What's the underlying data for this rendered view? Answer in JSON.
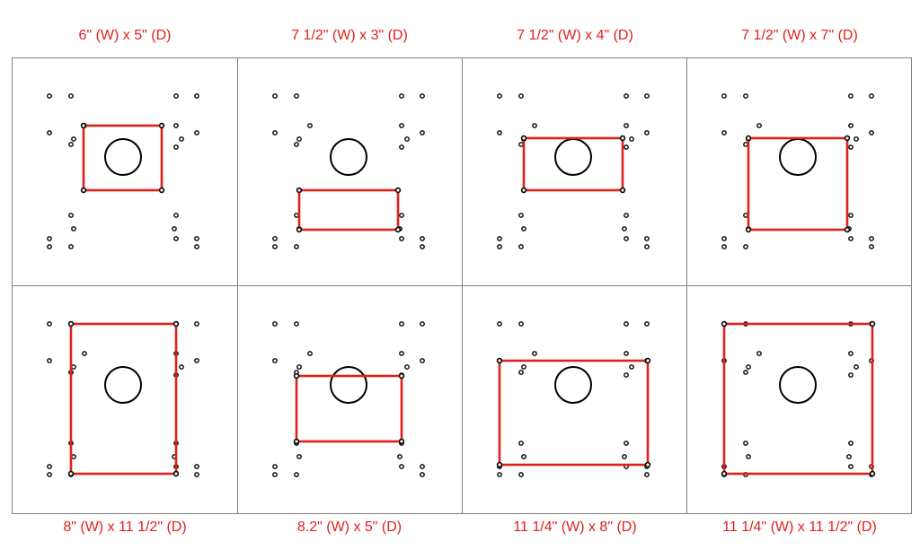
{
  "labels": {
    "top": [
      "6\" (W) x 5\" (D)",
      "7 1/2\" (W) x 3\" (D)",
      "7 1/2\" (W) x 4\" (D)",
      "7 1/2\" (W) x 7\" (D)"
    ],
    "bottom": [
      "8\" (W) x 11 1/2\" (D)",
      "8.2\" (W) x 5\" (D)",
      "11 1/4\" (W) x 8\" (D)",
      "11 1/4\" (W) x 11 1/2\" (D)"
    ]
  },
  "colors": {
    "label": "#e0201b",
    "outline": "#e0201b",
    "grid": "#808080",
    "hole": "#000000"
  }
}
